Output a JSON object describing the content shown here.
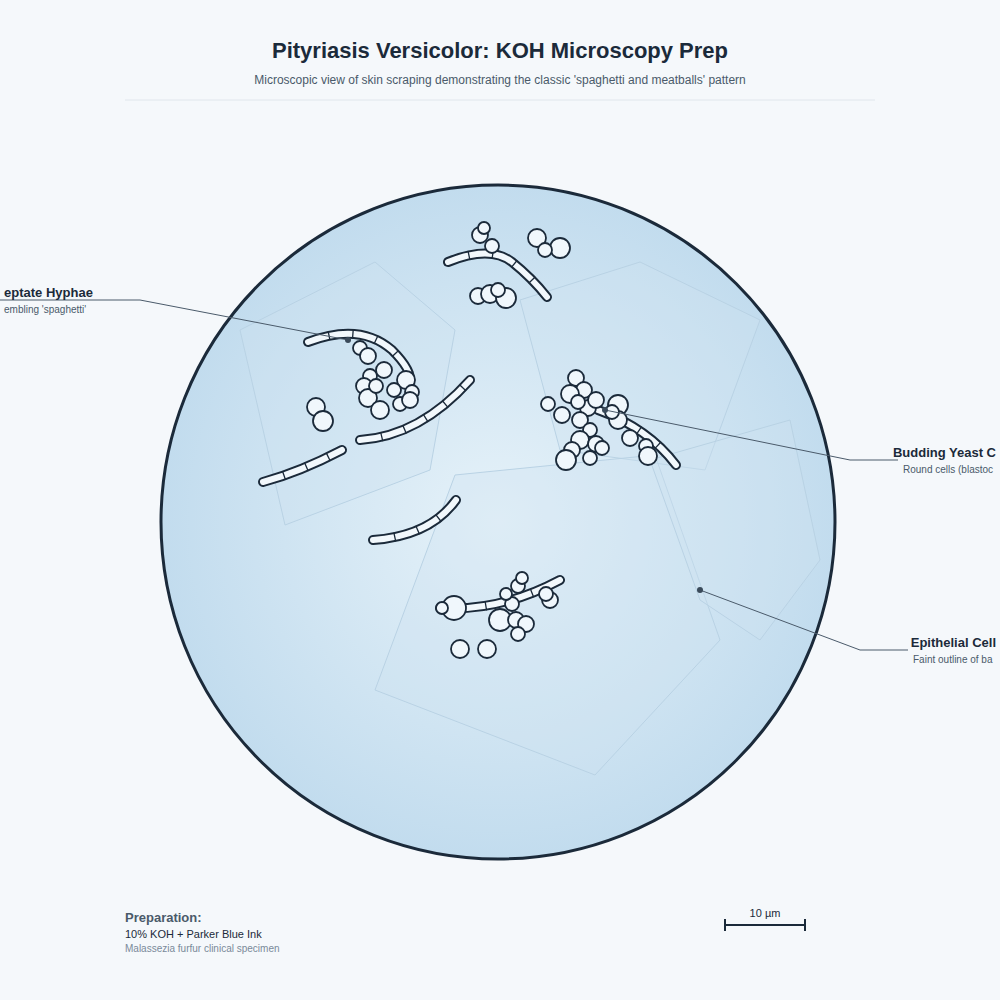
{
  "diagram": {
    "title": "Pityriasis Versicolor: KOH Microscopy Prep",
    "caption": "Microscopic view of skin scraping demonstrating the classic 'spaghetti and meatballs' pattern",
    "labels": [
      "eptate Hyphae",
      "embling 'spaghetti'",
      "Budding Yeast C",
      "Round cells (blastoc",
      "Epithelial Cell",
      "Faint outline of ba",
      "10 µm",
      "Preparation:",
      "10% KOH + Parker Blue Ink",
      "Malassezia furfur clinical specimen"
    ]
  }
}
